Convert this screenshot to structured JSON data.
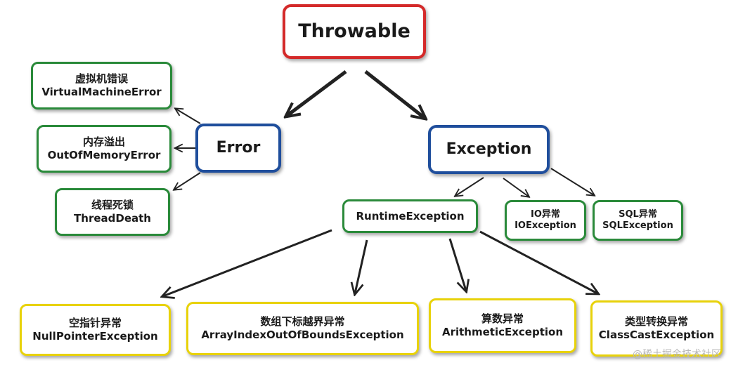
{
  "colors": {
    "root": "#d42a2a",
    "branch": "#1f4e9c",
    "category": "#2a8a3a",
    "runtime_leaf": "#e8d20a"
  },
  "root": {
    "title": "Throwable"
  },
  "error": {
    "title": "Error",
    "children": [
      {
        "cn": "虚拟机错误",
        "en": "VirtualMachineError"
      },
      {
        "cn": "内存溢出",
        "en": "OutOfMemoryError"
      },
      {
        "cn": "线程死锁",
        "en": "ThreadDeath"
      }
    ]
  },
  "exception": {
    "title": "Exception",
    "runtime": {
      "title": "RuntimeException"
    },
    "checked": [
      {
        "cn": "IO异常",
        "en": "IOException"
      },
      {
        "cn": "SQL异常",
        "en": "SQLException"
      }
    ]
  },
  "runtime_children": [
    {
      "cn": "空指针异常",
      "en": "NullPointerException"
    },
    {
      "cn": "数组下标越界异常",
      "en": "ArrayIndexOutOfBoundsException"
    },
    {
      "cn": "算数异常",
      "en": "ArithmeticException"
    },
    {
      "cn": "类型转换异常",
      "en": "ClassCastException"
    }
  ],
  "watermark": "@稀土掘金技术社区"
}
